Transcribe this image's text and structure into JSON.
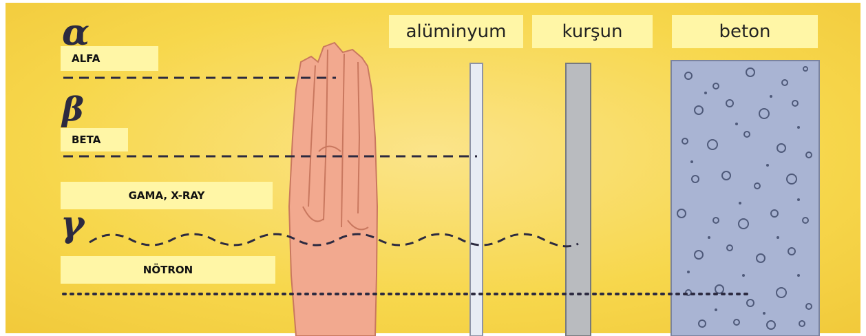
{
  "symbols": {
    "alpha": "α",
    "beta": "β",
    "gamma": "γ"
  },
  "radiation_labels": {
    "alpha": "ALFA",
    "beta": "BETA",
    "gamma": "GAMA, X-RAY",
    "neutron": "NÖTRON"
  },
  "materials": {
    "aluminum": "alüminyum",
    "lead": "kurşun",
    "concrete": "beton"
  },
  "colors": {
    "background": "#f7d84a",
    "label_bg": "#fff6a6",
    "hand": "#f2a98f",
    "aluminum": "#e8ecf4",
    "lead": "#b9bbbf",
    "concrete": "#a9b4d3"
  }
}
